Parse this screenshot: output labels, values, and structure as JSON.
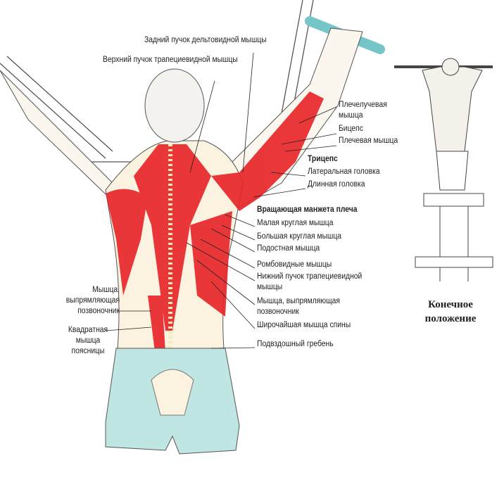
{
  "labels": {
    "rear_delt": "Задний пучок дельтовидной мышцы",
    "upper_trap": "Верхний пучок трапециевидной мышцы",
    "brachioradialis_1": "Плечелучевая",
    "brachioradialis_2": "мышца",
    "biceps": "Бицепс",
    "brachialis": "Плечевая мышца",
    "triceps_heading": "Трицепс",
    "lateral_head": "Латеральная головка",
    "long_head": "Длинная головка",
    "rotator_cuff_heading": "Вращающая манжета плеча",
    "teres_minor": "Малая круглая мышца",
    "teres_major": "Большая круглая мышца",
    "infraspinatus": "Подостная мышца",
    "rhomboids": "Ромбовидные мышцы",
    "lower_trap_1": "Нижний пучок трапециевидной",
    "lower_trap_2": "мышцы",
    "erector_right_1": "Мышца, выпрямляющая",
    "erector_right_2": "позвоночник",
    "lats": "Широчайшая мышца спины",
    "iliac_crest": "Подвздошный гребень",
    "erector_left_1": "Мышца,",
    "erector_left_2": "выпрямляющая",
    "erector_left_3": "позвоночник",
    "quadratus_1": "Квадратная",
    "quadratus_2": "мышца",
    "quadratus_3": "поясницы"
  },
  "caption": {
    "line1": "Конечное",
    "line2": "положение"
  },
  "colors": {
    "muscle": "#e8262a",
    "shorts": "#bfe6e2",
    "skin": "#fbf3e0"
  }
}
